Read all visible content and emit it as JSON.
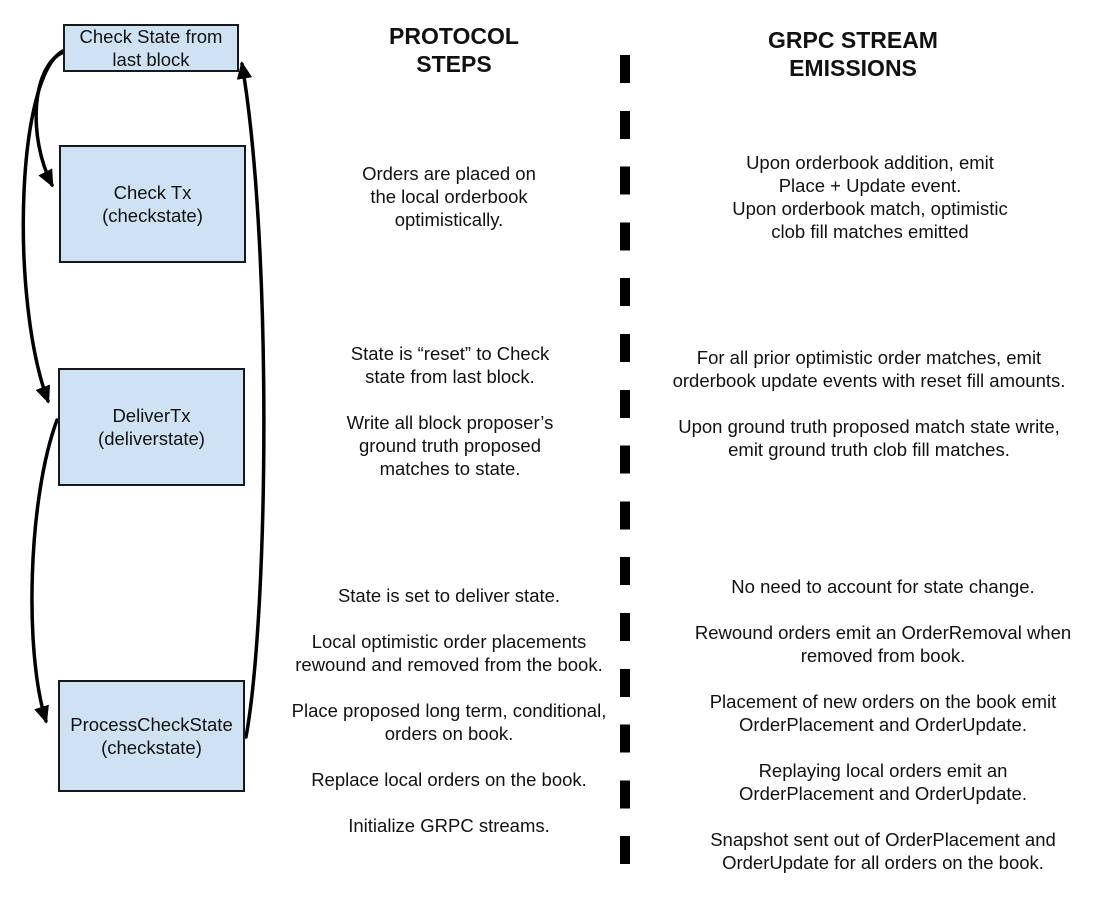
{
  "flow": {
    "boxes": [
      {
        "id": "check-state-last-block",
        "label": "Check State from\nlast block"
      },
      {
        "id": "check-tx",
        "label": "Check Tx\n(checkstate)"
      },
      {
        "id": "deliver-tx",
        "label": "DeliverTx\n(deliverstate)"
      },
      {
        "id": "process-check-state",
        "label": "ProcessCheckState\n(checkstate)"
      }
    ],
    "edges": [
      {
        "from": "check-state-last-block",
        "to": "check-tx"
      },
      {
        "from": "check-state-last-block",
        "to": "deliver-tx"
      },
      {
        "from": "deliver-tx",
        "to": "process-check-state"
      },
      {
        "from": "process-check-state",
        "to": "check-state-last-block"
      }
    ]
  },
  "protocol_column": {
    "header": "PROTOCOL\nSTEPS",
    "steps": [
      "Orders are placed on\nthe local orderbook\noptimistically.",
      "State is “reset” to Check\nstate from last block.\n\nWrite all block proposer’s\nground truth proposed\nmatches to state.",
      "State is set to deliver state.\n\nLocal optimistic order placements\nrewound and removed from the book.\n\nPlace proposed long term, conditional,\norders on book.\n\nReplace local orders on the book.\n\nInitialize GRPC streams."
    ]
  },
  "grpc_column": {
    "header": "GRPC STREAM\nEMISSIONS",
    "emissions": [
      "Upon orderbook addition, emit\nPlace + Update event.\nUpon orderbook match, optimistic\nclob fill matches emitted",
      "For all prior optimistic order matches, emit\norderbook update events with reset fill amounts.\n\nUpon ground truth proposed match state write,\nemit ground truth clob fill matches.",
      "No need to account for state change.\n\nRewound orders emit an OrderRemoval when\nremoved from book.\n\nPlacement of new orders on the book emit\nOrderPlacement and OrderUpdate.\n\nReplaying local orders emit an\nOrderPlacement and OrderUpdate.\n\nSnapshot sent out of OrderPlacement and\nOrderUpdate for all orders on the book."
    ]
  },
  "colors": {
    "box_fill": "#cfe2f3",
    "box_border": "#15191e",
    "arrow": "#000000",
    "divider": "#000000",
    "text": "#111111"
  }
}
